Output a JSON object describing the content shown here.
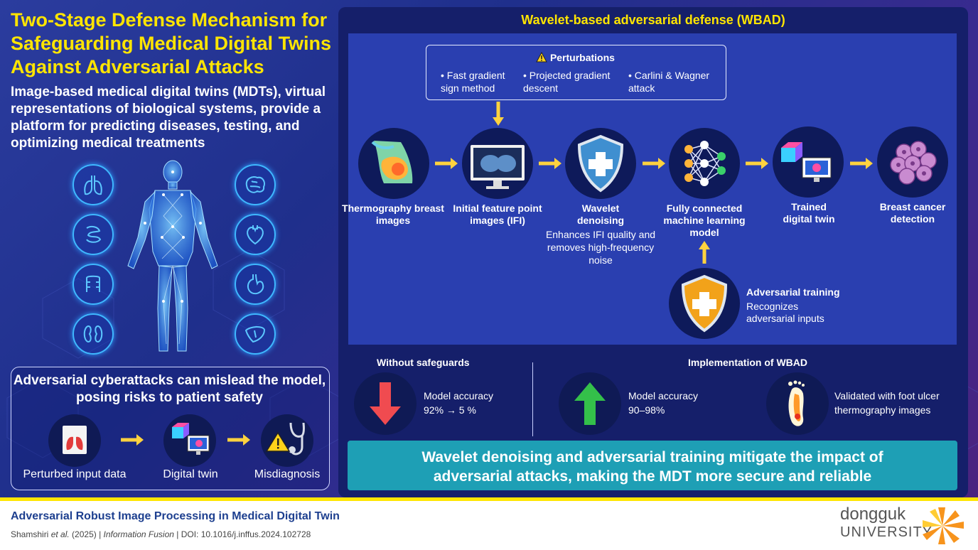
{
  "header": {
    "title": "Two-Stage Defense Mechanism for Safeguarding Medical Digital Twins Against Adversarial Attacks",
    "intro": "Image-based medical digital twins (MDTs), virtual representations of biological systems, provide a platform for predicting diseases, testing, and optimizing medical treatments"
  },
  "organ_icons": [
    "lungs-icon",
    "brain-icon",
    "intestine-icon",
    "heart-icon",
    "colon-icon",
    "stomach-icon",
    "kidneys-icon",
    "liver-icon"
  ],
  "risk": {
    "title": "Adversarial cyberattacks can mislead the model, posing risks to patient safety",
    "steps": [
      "Perturbed input data",
      "Digital twin",
      "Misdiagnosis"
    ]
  },
  "wbad": {
    "title": "Wavelet-based adversarial defense (WBAD)",
    "perturbations": {
      "title": "Perturbations",
      "items": [
        "• Fast gradient\nsign method",
        "• Projected gradient\ndescent",
        "• Carlini & Wagner\nattack"
      ]
    },
    "steps": [
      {
        "label": "Thermography breast images"
      },
      {
        "label": "Initial feature point images (IFI)"
      },
      {
        "label": "Wavelet denoising",
        "desc": "Enhances IFI quality and removes high-frequency noise"
      },
      {
        "label": "Fully connected machine learning model"
      },
      {
        "label": "Trained digital twin"
      },
      {
        "label": "Breast cancer detection"
      }
    ],
    "adv_training": {
      "label": "Adversarial training",
      "desc": "Recognizes adversarial inputs"
    }
  },
  "results": {
    "without": {
      "title": "Without safeguards",
      "text1": "Model accuracy",
      "text2": "92% → 5 %"
    },
    "with": {
      "title": "Implementation of WBAD",
      "text1": "Model accuracy",
      "text2": "90–98%",
      "validated": "Validated with foot ulcer thermography images"
    }
  },
  "conclusion": "Wavelet denoising and adversarial training mitigate the impact of adversarial attacks, making the MDT more secure and reliable",
  "footer": {
    "title": "Adversarial Robust Image Processing in Medical Digital Twin",
    "authors": "Shamshiri",
    "etal": " et al.",
    "year": " (2025) | ",
    "journal": "Information Fusion",
    "doi": " | DOI: 10.1016/j.inffus.2024.102728",
    "brand1": "dongguk",
    "brand2": "UNIVERSITY"
  },
  "colors": {
    "accent": "#ffe500",
    "panel": "#151f6a",
    "inner": "#2a3fb0",
    "teal": "#1e9fb5"
  }
}
